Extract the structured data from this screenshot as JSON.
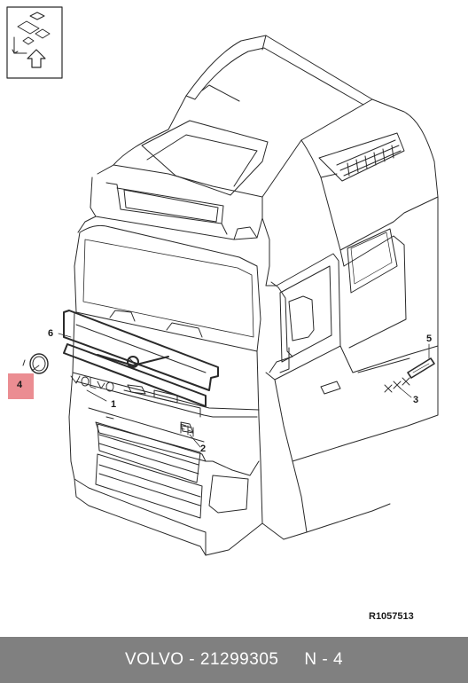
{
  "callouts": {
    "c1": "1",
    "c2": "2",
    "c3": "3",
    "c4": "4",
    "c5": "5",
    "c6": "6"
  },
  "highlighted_callout": "4",
  "reference_code": "R1057513",
  "footer": {
    "text": "VOLVO - 21299305     N - 4"
  },
  "colors": {
    "highlight": "#e8797f",
    "footer_bg": "#808080",
    "footer_text": "#ffffff",
    "line": "#2a2a2a"
  },
  "icons": [
    "view-orientation-icon",
    "up-arrow-icon"
  ]
}
